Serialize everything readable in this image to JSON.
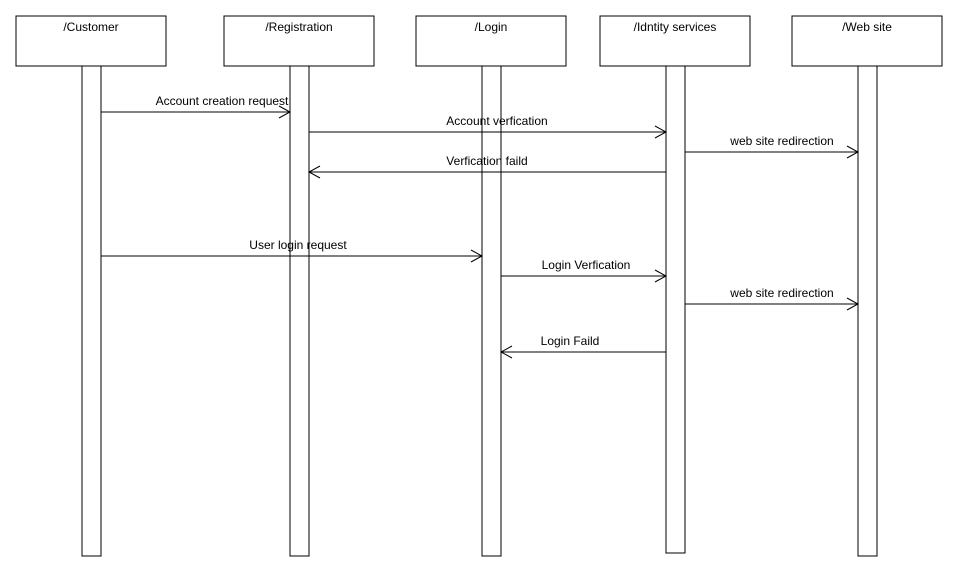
{
  "diagram": {
    "type": "sequence",
    "lifelines": [
      {
        "id": "customer",
        "name": "/Customer"
      },
      {
        "id": "registration",
        "name": "/Registration"
      },
      {
        "id": "login",
        "name": "/Login"
      },
      {
        "id": "identity",
        "name": "/Idntity services"
      },
      {
        "id": "website",
        "name": "/Web site"
      }
    ],
    "messages": [
      {
        "from": "customer",
        "to": "registration",
        "label": "Account creation request"
      },
      {
        "from": "registration",
        "to": "identity",
        "label": "Account verfication"
      },
      {
        "from": "identity",
        "to": "website",
        "label": "web site redirection"
      },
      {
        "from": "identity",
        "to": "registration",
        "label": "Verfication faild"
      },
      {
        "from": "customer",
        "to": "login",
        "label": "User login request"
      },
      {
        "from": "login",
        "to": "identity",
        "label": "Login Verfication"
      },
      {
        "from": "identity",
        "to": "website",
        "label": "web site redirection"
      },
      {
        "from": "identity",
        "to": "login",
        "label": "Login Faild"
      }
    ]
  }
}
